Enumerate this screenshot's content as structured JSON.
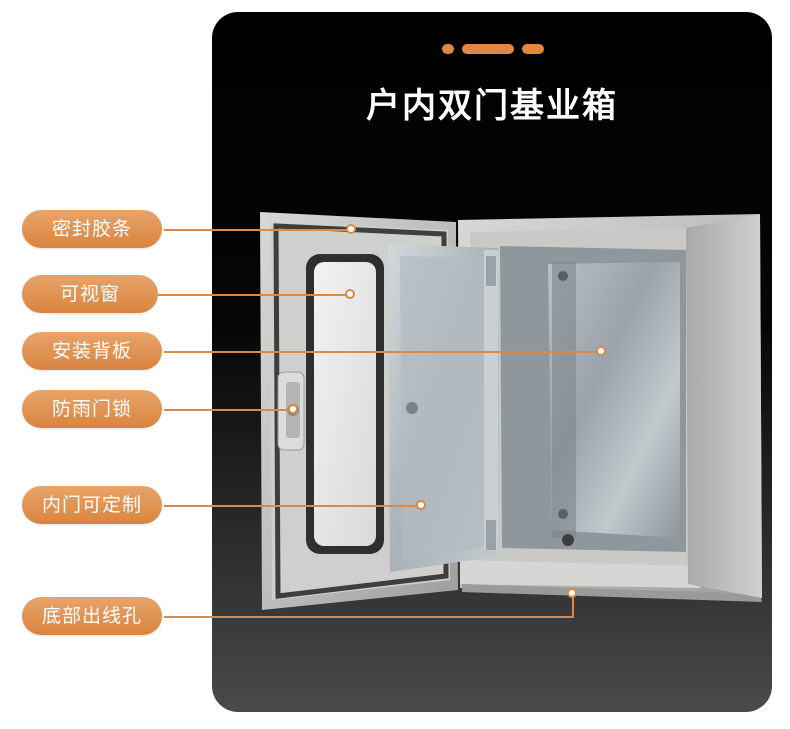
{
  "title": "户内双门基业箱",
  "callouts": [
    {
      "label": "密封胶条"
    },
    {
      "label": "可视窗"
    },
    {
      "label": "安装背板"
    },
    {
      "label": "防雨门锁"
    },
    {
      "label": "内门可定制"
    },
    {
      "label": "底部出线孔"
    }
  ],
  "colors": {
    "accent": "#d9843f",
    "panel": "#000000",
    "text": "#ffffff"
  }
}
